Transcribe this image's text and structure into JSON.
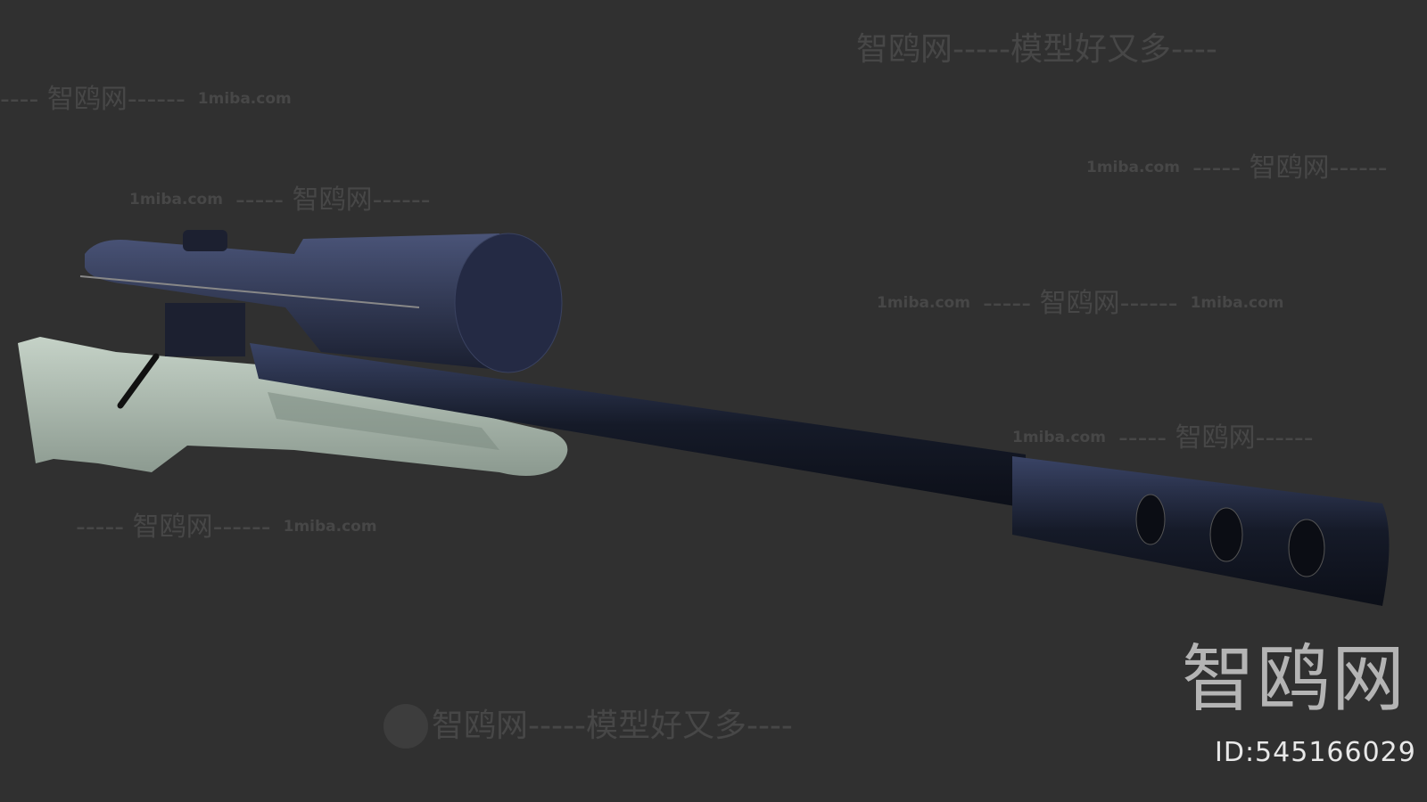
{
  "watermarks": {
    "top": "智鸥网-----模型好又多----",
    "bottom": "智鸥网-----模型好又多----",
    "site": "1miba.com",
    "brand": "智鸥网",
    "dash_brand_left": "---- 智鸥网------",
    "dash_brand": "----- 智鸥网------"
  },
  "logo": {
    "text": "智鸥网",
    "id_label": "ID:545166029"
  },
  "colors": {
    "background": "#303030",
    "stock": "#a9b8ad",
    "metal": "#1c2233",
    "scope": "#2a3350"
  }
}
